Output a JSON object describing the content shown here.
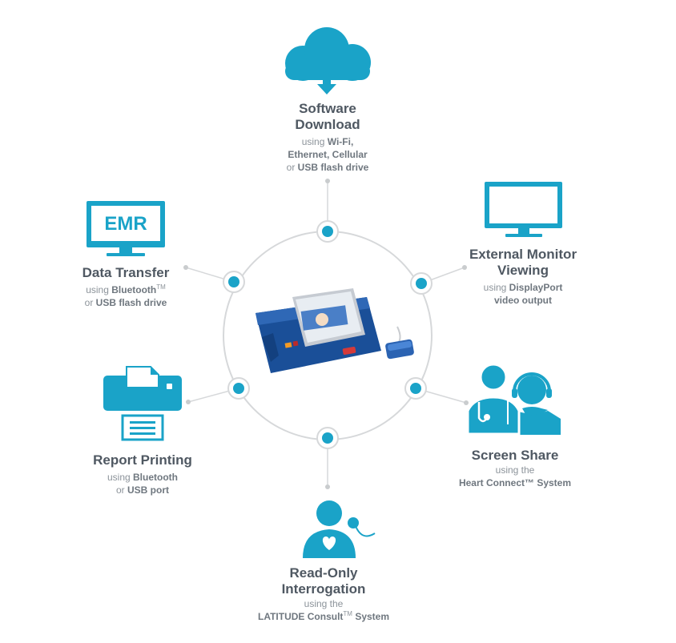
{
  "colors": {
    "accent": "#1aa3c8",
    "ring": "#d6d8da",
    "text": "#4f5862",
    "subtext": "#8c939a"
  },
  "features": {
    "software": {
      "icon": "cloud-download-icon",
      "title_1": "Software",
      "title_2": "Download",
      "d1_pre": "using ",
      "d1_bold": "Wi-Fi,",
      "d2_bold": "Ethernet, Cellular",
      "d3_pre": "or ",
      "d3_bold": "USB flash drive"
    },
    "monitor": {
      "icon": "monitor-icon",
      "title_1": "External Monitor",
      "title_2": "Viewing",
      "d1_pre": "using ",
      "d1_bold": "DisplayPort",
      "d2_bold": "video output"
    },
    "data": {
      "icon": "emr-monitor-icon",
      "icon_text": "EMR",
      "title_1": "Data Transfer",
      "d1_pre": "using ",
      "d1_bold": "Bluetooth",
      "d1_tm": "TM",
      "d2_pre": "or ",
      "d2_bold": "USB flash drive"
    },
    "printing": {
      "icon": "printer-icon",
      "title_1": "Report Printing",
      "d1_pre": "using ",
      "d1_bold": "Bluetooth",
      "d2_pre": "or ",
      "d2_bold": "USB port"
    },
    "screen": {
      "icon": "clinicians-headset-icon",
      "title_1": "Screen Share",
      "d1_pre": "using the",
      "d2_bold": "Heart Connect",
      "d2_tm": "™",
      "d2_post": " System"
    },
    "readonly": {
      "icon": "patient-heart-icon",
      "title_1": "Read-Only",
      "title_2": "Interrogation",
      "d1_pre": "using the",
      "d2_bold": "LATITUDE Consult",
      "d2_tm": "TM",
      "d2_post": " System"
    }
  },
  "center": {
    "icon": "programmer-tablet-icon"
  }
}
